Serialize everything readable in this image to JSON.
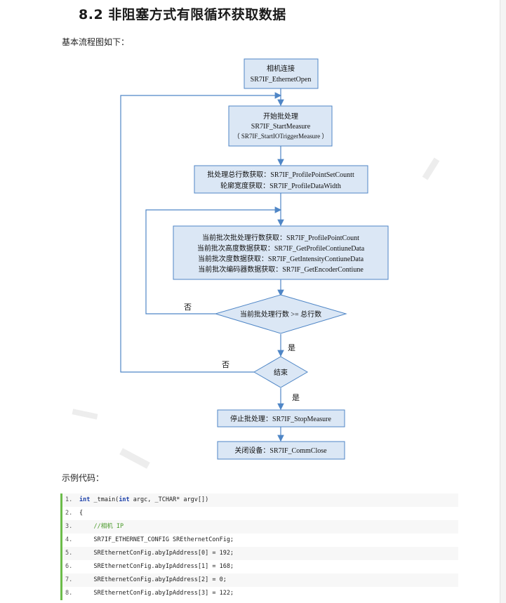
{
  "heading": "8.2 非阻塞方式有限循环获取数据",
  "intro": "基本流程图如下：",
  "flow": {
    "open": [
      "相机连接",
      "SR7IF_EthernetOpen"
    ],
    "start": [
      "开始批处理",
      "SR7IF_StartMeasure",
      "（ SR7IF_StartIOTriggerMeasure ）"
    ],
    "params": [
      "批处理总行数获取：SR7IF_ProfilePointSetCountt",
      "轮廓宽度获取：SR7IF_ProfileDataWidth"
    ],
    "fetch": [
      "当前批次批处理行数获取：SR7IF_ProfilePointCount",
      "当前批次高度数据获取：SR7IF_GetProfileContiuneData",
      "当前批次度数据获取：SR7IF_GetIntensityContiuneData",
      "当前批次编码器数据获取：SR7IF_GetEncoderContiune"
    ],
    "cond1": "当前批处理行数 >= 总行数",
    "cond2": "结束",
    "stop": "停止批处理：SR7IF_StopMeasure",
    "close": "关闭设备：SR7IF_CommClose",
    "no1": "否",
    "yes1": "是",
    "no2": "否",
    "yes2": "是"
  },
  "sample_label": "示例代码：",
  "code_lines": [
    {
      "num": "1.",
      "kw": "int",
      "text": " _tmain(",
      "kw2": "int",
      "text2": " argc, _TCHAR* argv[])",
      "type": "sig"
    },
    {
      "num": "2.",
      "text": "{",
      "type": "plain"
    },
    {
      "num": "3.",
      "text": "    //相机 IP",
      "type": "comment"
    },
    {
      "num": "4.",
      "text": "    SR7IF_ETHERNET_CONFIG SREthernetConFig;",
      "type": "plain"
    },
    {
      "num": "5.",
      "text": "    SREthernetConFig.abyIpAddress[0] = 192;",
      "type": "plain"
    },
    {
      "num": "6.",
      "text": "    SREthernetConFig.abyIpAddress[1] = 168;",
      "type": "plain"
    },
    {
      "num": "7.",
      "text": "    SREthernetConFig.abyIpAddress[2] = 0;",
      "type": "plain"
    },
    {
      "num": "8.",
      "text": "    SREthernetConFig.abyIpAddress[3] = 122;",
      "type": "plain"
    }
  ]
}
